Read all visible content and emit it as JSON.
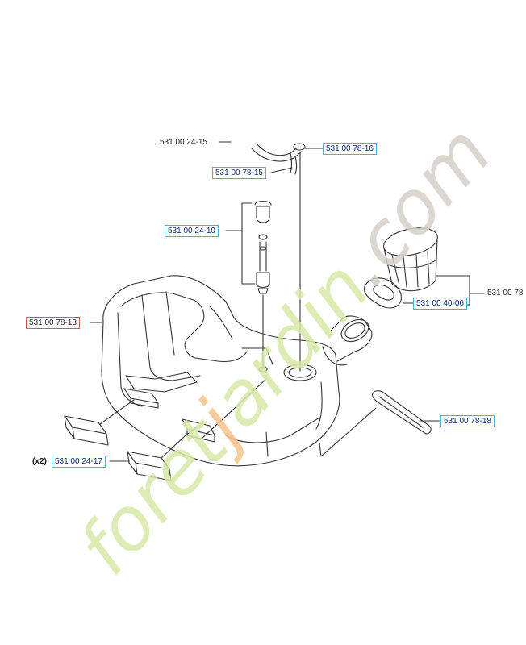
{
  "callouts": {
    "cap_hose_top": "531 00 24-15",
    "grommet_top": "531 00 78-16",
    "hose": "531 00 78-15",
    "filter_assy": "531 00 24-10",
    "cap_assy": "531 00 78",
    "cap_gasket": "531 00 40-06",
    "tank": "531 00 78-13",
    "pad_side": "531 00 78-18",
    "pad_bottom": "531 00 24-17"
  },
  "quantity_prefix": "(x2)",
  "watermark": {
    "text_green": "foret",
    "text_orange": "j",
    "text_green2": "ardin",
    "text_grey": ".com",
    "colors": {
      "green": "#d8e8a8",
      "orange": "#f6c48a",
      "grey": "#d4d0c8"
    }
  },
  "colors": {
    "callout_border": "#3fb8cf",
    "selected_border": "#d9534f",
    "line": "#333333"
  }
}
